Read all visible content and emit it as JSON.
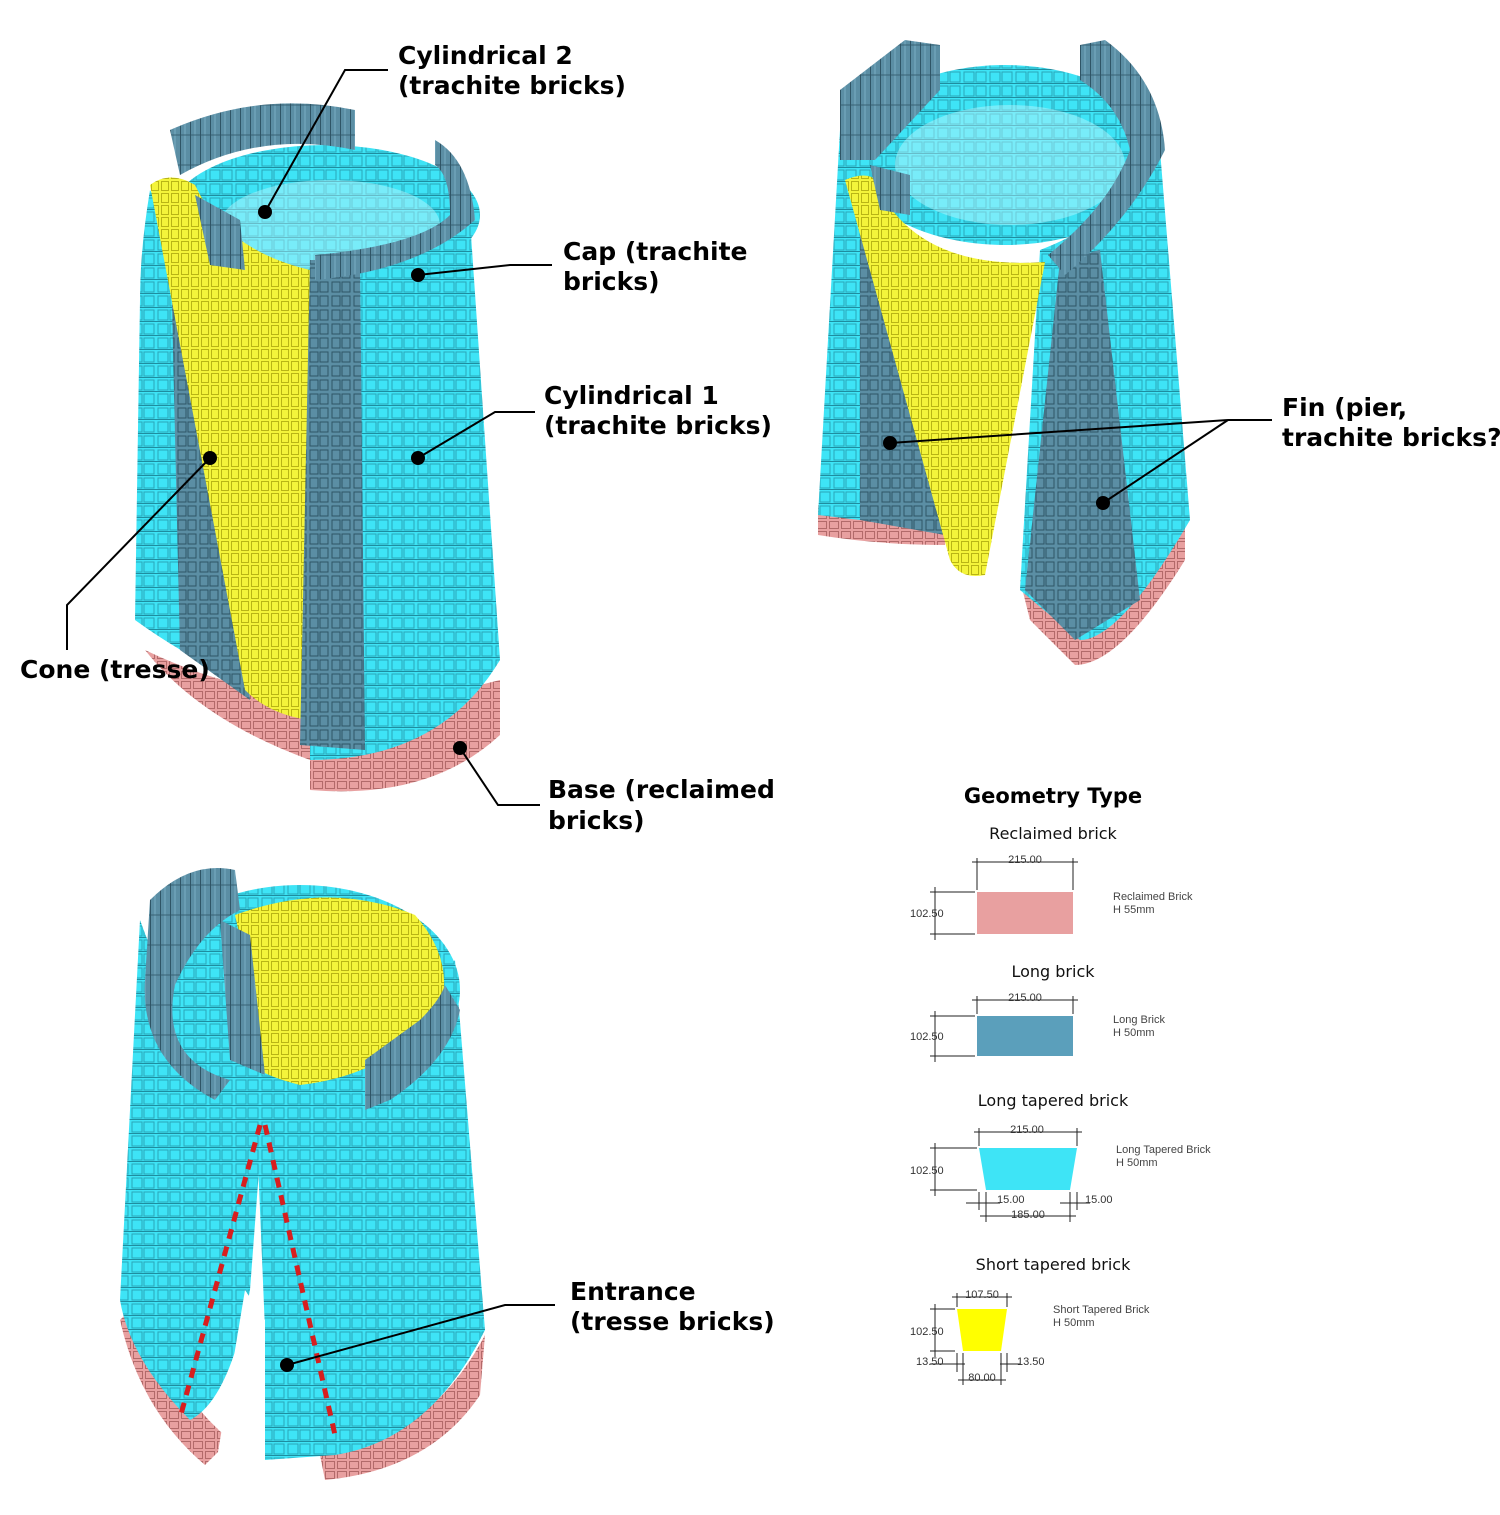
{
  "colors": {
    "cap": "#5b8ea4",
    "cylindrical": "#3ee4f6",
    "cone": "#f4f43a",
    "base": "#e8a0a0",
    "entrance_line": "#d81e1e"
  },
  "callouts": {
    "cyl2": [
      "Cylindrical 2",
      "(trachite bricks)"
    ],
    "cap": [
      "Cap (trachite",
      "bricks)"
    ],
    "cyl1": [
      "Cylindrical 1",
      "(trachite bricks)"
    ],
    "cone": [
      "Cone (tresse)"
    ],
    "base": [
      "Base (reclaimed",
      "bricks)"
    ],
    "fin": [
      "Fin (pier,",
      "trachite bricks?)"
    ],
    "entrance": [
      "Entrance",
      "(tresse bricks)"
    ]
  },
  "geometry": {
    "title": "Geometry Type",
    "items": [
      {
        "label": "Reclaimed brick",
        "width": "215.00",
        "height": "102.50",
        "note": [
          "Reclaimed Brick",
          "H 55mm"
        ],
        "color": "#e8a0a0"
      },
      {
        "label": "Long brick",
        "width": "215.00",
        "height": "102.50",
        "note": [
          "Long Brick",
          "H 50mm"
        ],
        "color": "#5b9fbb"
      },
      {
        "label": "Long tapered brick",
        "width": "215.00",
        "height": "102.50",
        "note": [
          "Long Tapered Brick",
          "H 50mm"
        ],
        "color": "#3ee4f6",
        "inset_left": "15.00",
        "inset_right": "15.00",
        "bottom": "185.00"
      },
      {
        "label": "Short tapered brick",
        "width": "107.50",
        "height": "102.50",
        "note": [
          "Short Tapered Brick",
          "H 50mm"
        ],
        "color": "#ffff00",
        "inset_left": "13.50",
        "inset_right": "13.50",
        "bottom": "80.00"
      }
    ]
  }
}
